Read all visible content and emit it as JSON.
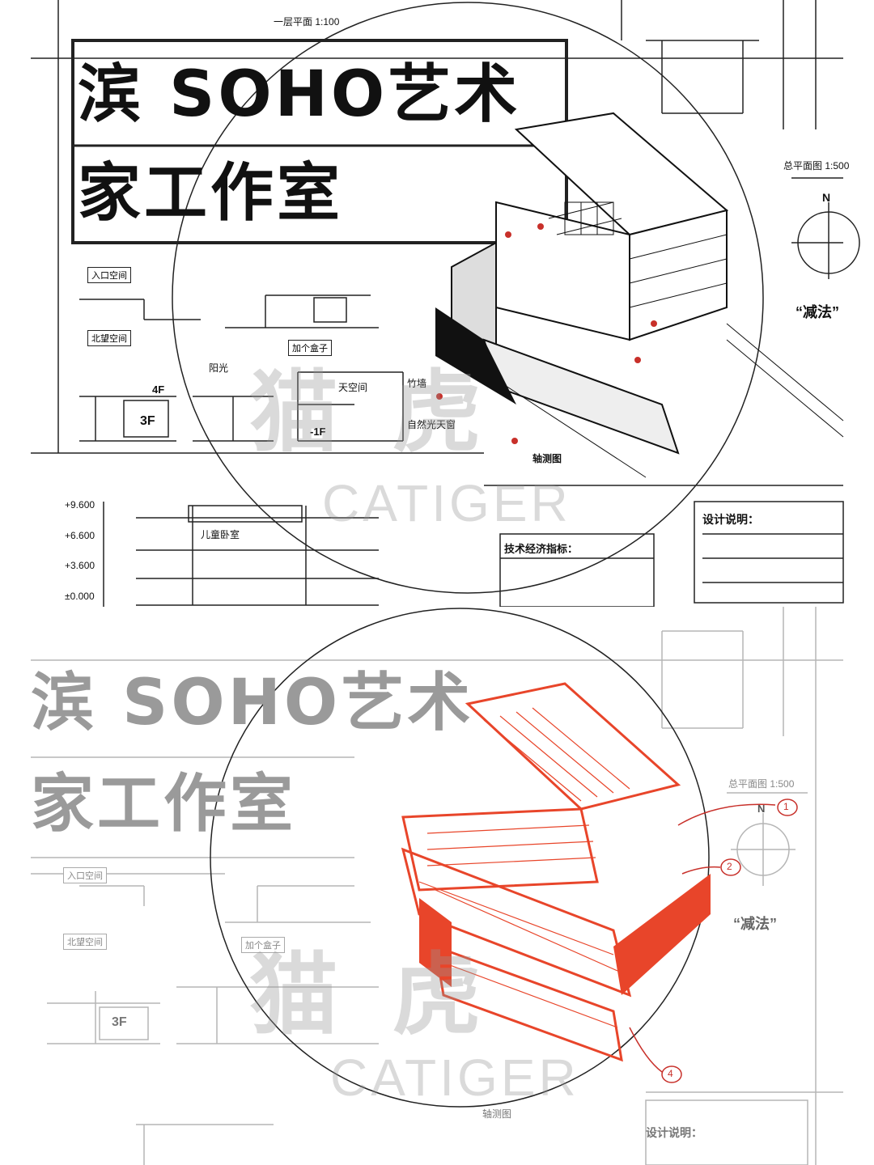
{
  "top_sheet": {
    "title_line1": "滨 SOHO艺术",
    "title_line2": "家工作室",
    "plan_label_top": "一层平面 1:100",
    "site_plan_label": "总平面图 1:500",
    "north": "N",
    "subtraction_label": "“减法”",
    "entrance_space": "入口空间",
    "back_space": "北望空间",
    "add_box": "加个盒子",
    "daylight": "阳光",
    "floor_3f": "3F",
    "floor_4f": "4F",
    "floor_1f": "-1F",
    "atrium": "天空间",
    "bamboo": "竹墙",
    "light_well": "自然光天窗",
    "axon_label": "轴测图",
    "design_notes": "设计说明：",
    "tech_indicators": "技术经济指标：",
    "level_1": "+9.600",
    "level_2": "+6.600",
    "level_3": "+3.600",
    "level_4": "±0.000",
    "kids_room": "儿童卧室"
  },
  "bottom_sheet": {
    "title_line1": "滨 SOHO艺术",
    "title_line2": "家工作室",
    "site_plan_label": "总平面图 1:500",
    "north": "N",
    "subtraction_label": "“减法”",
    "entrance_space": "入口空间",
    "back_space": "北望空间",
    "add_box": "加个盒子",
    "design_notes": "设计说明：",
    "axon_label": "轴测图",
    "floor_3f": "3F",
    "annotation_1": "1",
    "annotation_2": "2",
    "annotation_4": "4"
  },
  "watermark": {
    "cn": "猫 虎",
    "en": "CATIGER"
  },
  "colors": {
    "ink": "#111111",
    "red_render": "#e8452a",
    "faded_ink": "#9a9a9a"
  }
}
